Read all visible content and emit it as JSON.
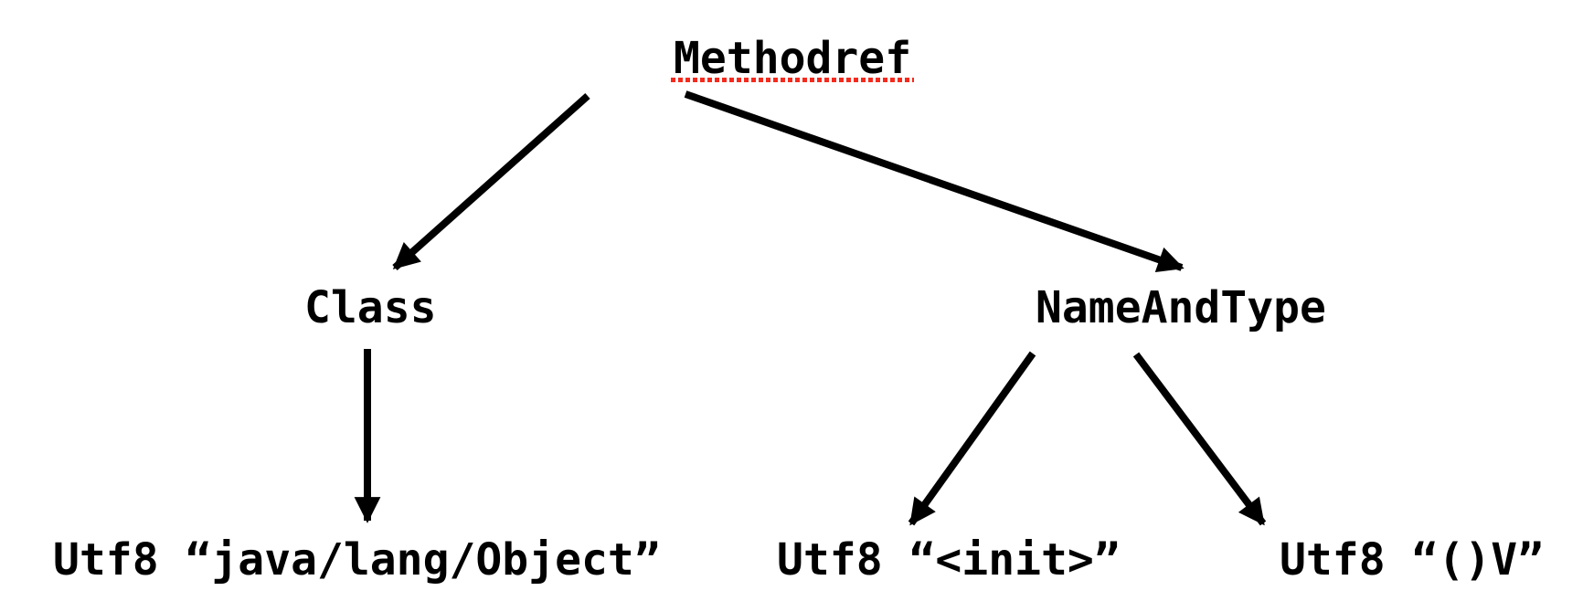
{
  "diagram": {
    "description_type": "tree",
    "nodes": {
      "root": {
        "label": "Methodref",
        "underlined": true
      },
      "class": {
        "label": "Class"
      },
      "name_and_type": {
        "label": "NameAndType"
      },
      "utf8_class_name": {
        "label": "Utf8 “java/lang/Object”"
      },
      "utf8_method_name": {
        "label": "Utf8 “<init>”"
      },
      "utf8_descriptor": {
        "label": "Utf8 “()V”"
      }
    },
    "edges": [
      {
        "from": "Methodref",
        "to": "Class"
      },
      {
        "from": "Methodref",
        "to": "NameAndType"
      },
      {
        "from": "Class",
        "to": "Utf8 “java/lang/Object”"
      },
      {
        "from": "NameAndType",
        "to": "Utf8 “<init>”"
      },
      {
        "from": "NameAndType",
        "to": "Utf8 “()V”"
      }
    ],
    "colors": {
      "background": "#ffffff",
      "text": "#000000",
      "arrow": "#000000",
      "underline": "#f42a1d"
    }
  }
}
